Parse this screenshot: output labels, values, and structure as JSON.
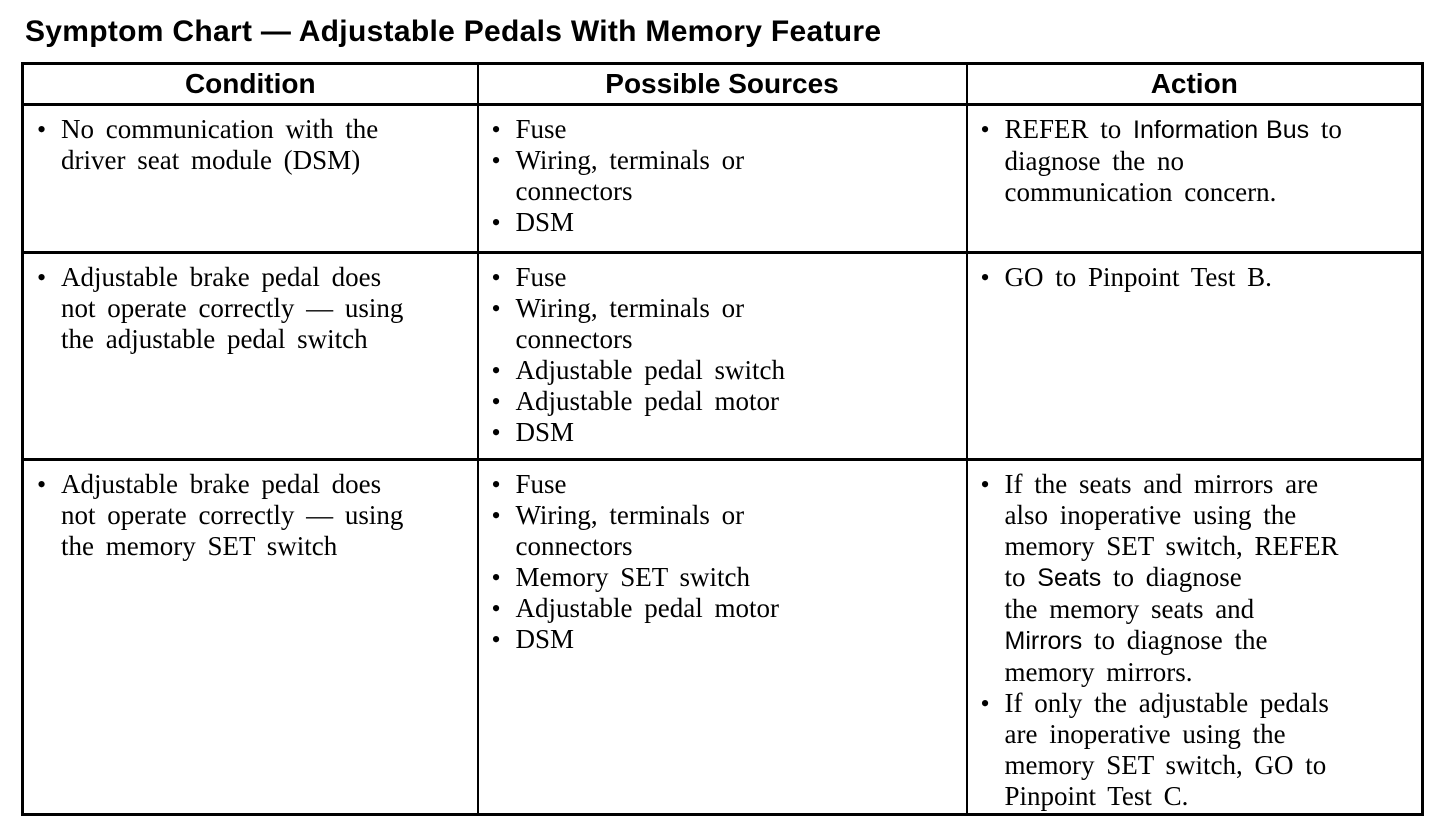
{
  "title": "Symptom Chart — Adjustable Pedals With Memory Feature",
  "bullet_glyph": "•",
  "colors": {
    "foreground": "#000000",
    "background": "#ffffff",
    "border": "#000000"
  },
  "table": {
    "headers": [
      "Condition",
      "Possible Sources",
      "Action"
    ],
    "rows": [
      {
        "condition": [
          {
            "runs": [
              {
                "text": "No communication with the\ndriver seat module (DSM)",
                "font": "serif"
              }
            ]
          }
        ],
        "sources": [
          {
            "runs": [
              {
                "text": "Fuse",
                "font": "serif"
              }
            ]
          },
          {
            "runs": [
              {
                "text": "Wiring, terminals or\nconnectors",
                "font": "serif"
              }
            ]
          },
          {
            "runs": [
              {
                "text": "DSM",
                "font": "serif"
              }
            ]
          }
        ],
        "action": [
          {
            "runs": [
              {
                "text": "REFER to ",
                "font": "serif"
              },
              {
                "text": "Information Bus",
                "font": "sans"
              },
              {
                "text": " to\ndiagnose the no\ncommunication concern.",
                "font": "serif"
              }
            ]
          }
        ]
      },
      {
        "condition": [
          {
            "runs": [
              {
                "text": "Adjustable brake pedal does\nnot operate correctly — using\nthe adjustable pedal switch",
                "font": "serif"
              }
            ]
          }
        ],
        "sources": [
          {
            "runs": [
              {
                "text": "Fuse",
                "font": "serif"
              }
            ]
          },
          {
            "runs": [
              {
                "text": "Wiring, terminals or\nconnectors",
                "font": "serif"
              }
            ]
          },
          {
            "runs": [
              {
                "text": "Adjustable pedal switch",
                "font": "serif"
              }
            ]
          },
          {
            "runs": [
              {
                "text": "Adjustable pedal motor",
                "font": "serif"
              }
            ]
          },
          {
            "runs": [
              {
                "text": "DSM",
                "font": "serif"
              }
            ]
          }
        ],
        "action": [
          {
            "runs": [
              {
                "text": "GO to Pinpoint Test B.",
                "font": "serif"
              }
            ]
          }
        ]
      },
      {
        "condition": [
          {
            "runs": [
              {
                "text": "Adjustable brake pedal does\nnot operate correctly — using\nthe memory SET switch",
                "font": "serif"
              }
            ]
          }
        ],
        "sources": [
          {
            "runs": [
              {
                "text": "Fuse",
                "font": "serif"
              }
            ]
          },
          {
            "runs": [
              {
                "text": "Wiring, terminals or\nconnectors",
                "font": "serif"
              }
            ]
          },
          {
            "runs": [
              {
                "text": "Memory SET switch",
                "font": "serif"
              }
            ]
          },
          {
            "runs": [
              {
                "text": "Adjustable pedal motor",
                "font": "serif"
              }
            ]
          },
          {
            "runs": [
              {
                "text": "DSM",
                "font": "serif"
              }
            ]
          }
        ],
        "action": [
          {
            "runs": [
              {
                "text": "If the seats and mirrors are\nalso inoperative using the\nmemory SET switch, REFER\nto ",
                "font": "serif"
              },
              {
                "text": "Seats",
                "font": "sans"
              },
              {
                "text": " to diagnose\nthe memory seats and\n",
                "font": "serif"
              },
              {
                "text": "Mirrors",
                "font": "sans"
              },
              {
                "text": " to diagnose the\nmemory mirrors.",
                "font": "serif"
              }
            ]
          },
          {
            "runs": [
              {
                "text": "If only the adjustable pedals\nare inoperative using the\nmemory SET switch, GO to\nPinpoint Test C.",
                "font": "serif"
              }
            ]
          }
        ]
      }
    ]
  }
}
